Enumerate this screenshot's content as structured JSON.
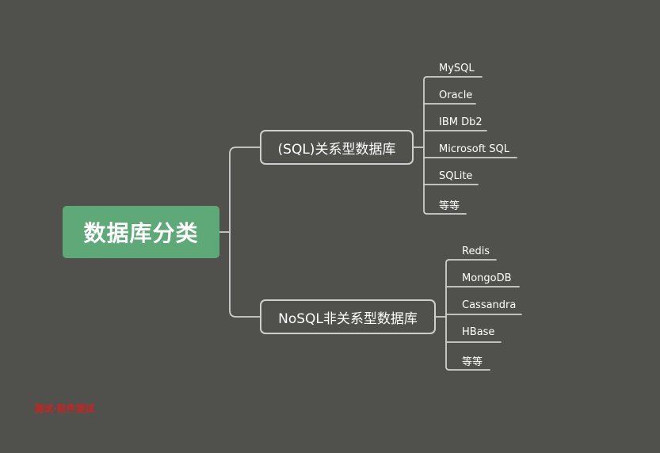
{
  "mindmap": {
    "root": "数据库分类",
    "branches": [
      {
        "label": "(SQL)关系型数据库",
        "items": [
          "MySQL",
          "Oracle",
          "IBM Db2",
          "Microsoft SQL",
          "SQLite",
          "等等"
        ]
      },
      {
        "label": "NoSQL非关系型数据库",
        "items": [
          "Redis",
          "MongoDB",
          "Cassandra",
          "HBase",
          "等等"
        ]
      }
    ]
  },
  "watermark": "测试·软件测试",
  "colors": {
    "background": "#50504c",
    "root_fill": "#5fa878",
    "node_border": "#cfcfcf",
    "connector": "#cfcfcf",
    "text": "#ffffff",
    "watermark": "#cc2222"
  }
}
